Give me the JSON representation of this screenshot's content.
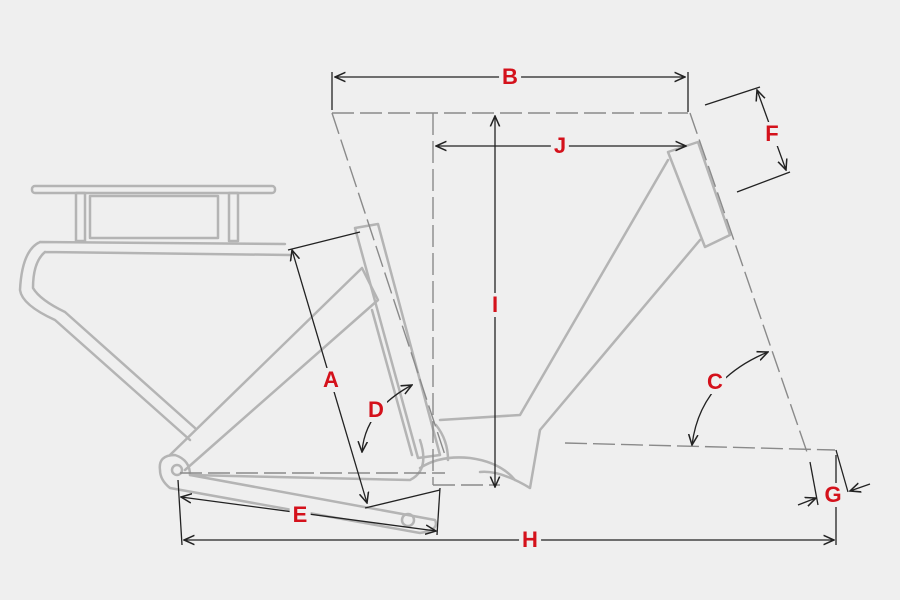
{
  "diagram": {
    "labels": {
      "A": "A",
      "B": "B",
      "C": "C",
      "D": "D",
      "E": "E",
      "F": "F",
      "G": "G",
      "H": "H",
      "I": "I",
      "J": "J"
    },
    "colors": {
      "label": "#d4111b",
      "frame": "#b4b4b4",
      "dimension": "#222222",
      "background": "#efefef"
    }
  }
}
